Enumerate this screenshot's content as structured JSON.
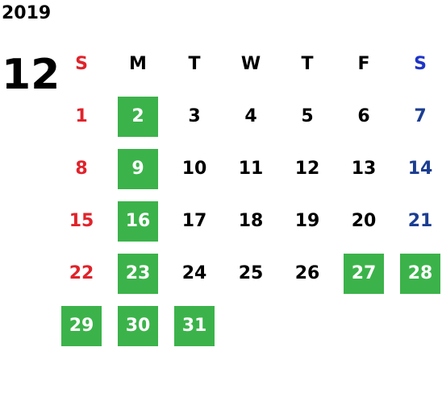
{
  "year": "2019",
  "month": "12",
  "weekdays": [
    "S",
    "M",
    "T",
    "W",
    "T",
    "F",
    "S"
  ],
  "colors": {
    "sunday": "#e0232b",
    "saturday": "#1b3d91",
    "holiday_bg": "#3bb34a",
    "holiday_text": "#ffffff"
  },
  "weeks": [
    [
      {
        "d": "1"
      },
      {
        "d": "2",
        "hl": true
      },
      {
        "d": "3"
      },
      {
        "d": "4"
      },
      {
        "d": "5"
      },
      {
        "d": "6"
      },
      {
        "d": "7"
      }
    ],
    [
      {
        "d": "8"
      },
      {
        "d": "9",
        "hl": true
      },
      {
        "d": "10"
      },
      {
        "d": "11"
      },
      {
        "d": "12"
      },
      {
        "d": "13"
      },
      {
        "d": "14"
      }
    ],
    [
      {
        "d": "15"
      },
      {
        "d": "16",
        "hl": true
      },
      {
        "d": "17"
      },
      {
        "d": "18"
      },
      {
        "d": "19"
      },
      {
        "d": "20"
      },
      {
        "d": "21"
      }
    ],
    [
      {
        "d": "22"
      },
      {
        "d": "23",
        "hl": true
      },
      {
        "d": "24"
      },
      {
        "d": "25"
      },
      {
        "d": "26"
      },
      {
        "d": "27",
        "hl": true
      },
      {
        "d": "28",
        "hl": true
      }
    ],
    [
      {
        "d": "29",
        "hl": true
      },
      {
        "d": "30",
        "hl": true
      },
      {
        "d": "31",
        "hl": true
      },
      {
        "d": ""
      },
      {
        "d": ""
      },
      {
        "d": ""
      },
      {
        "d": ""
      }
    ]
  ]
}
